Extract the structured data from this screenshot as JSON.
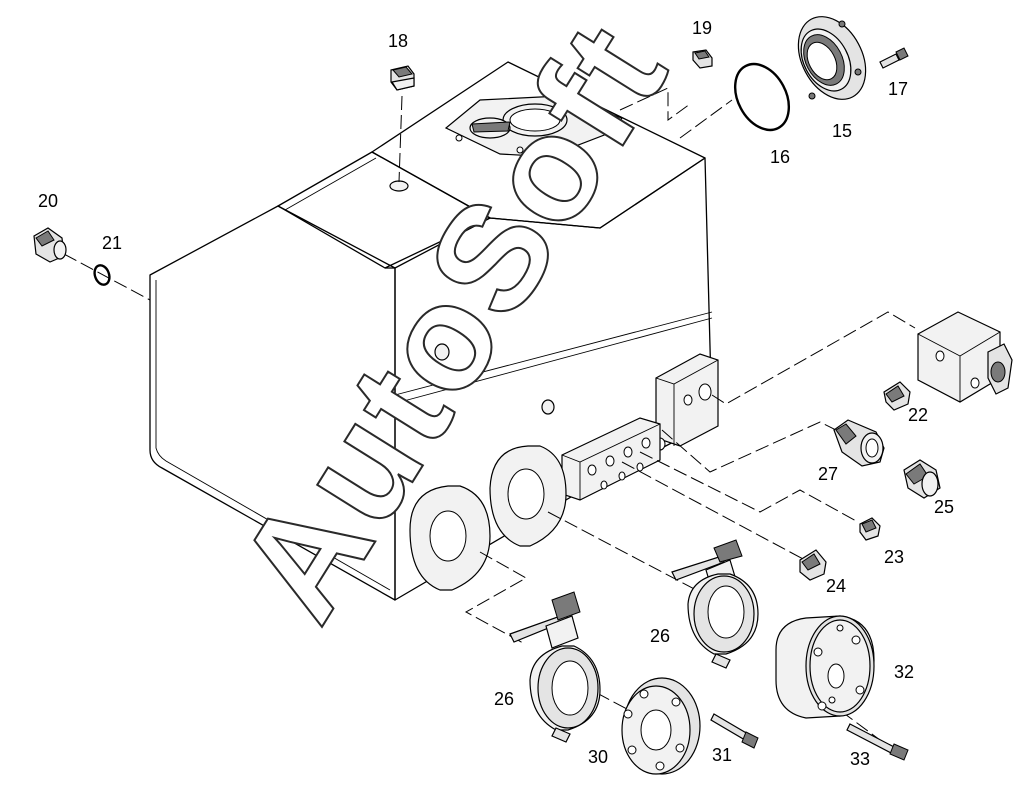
{
  "watermark": "AutoSoft",
  "callouts": {
    "c15": "15",
    "c16": "16",
    "c17": "17",
    "c18": "18",
    "c19": "19",
    "c20": "20",
    "c21": "21",
    "c22": "22",
    "c23": "23",
    "c24": "24",
    "c25": "25",
    "c26a": "26",
    "c26b": "26",
    "c27": "27",
    "c30": "30",
    "c31": "31",
    "c32": "32",
    "c33": "33"
  }
}
